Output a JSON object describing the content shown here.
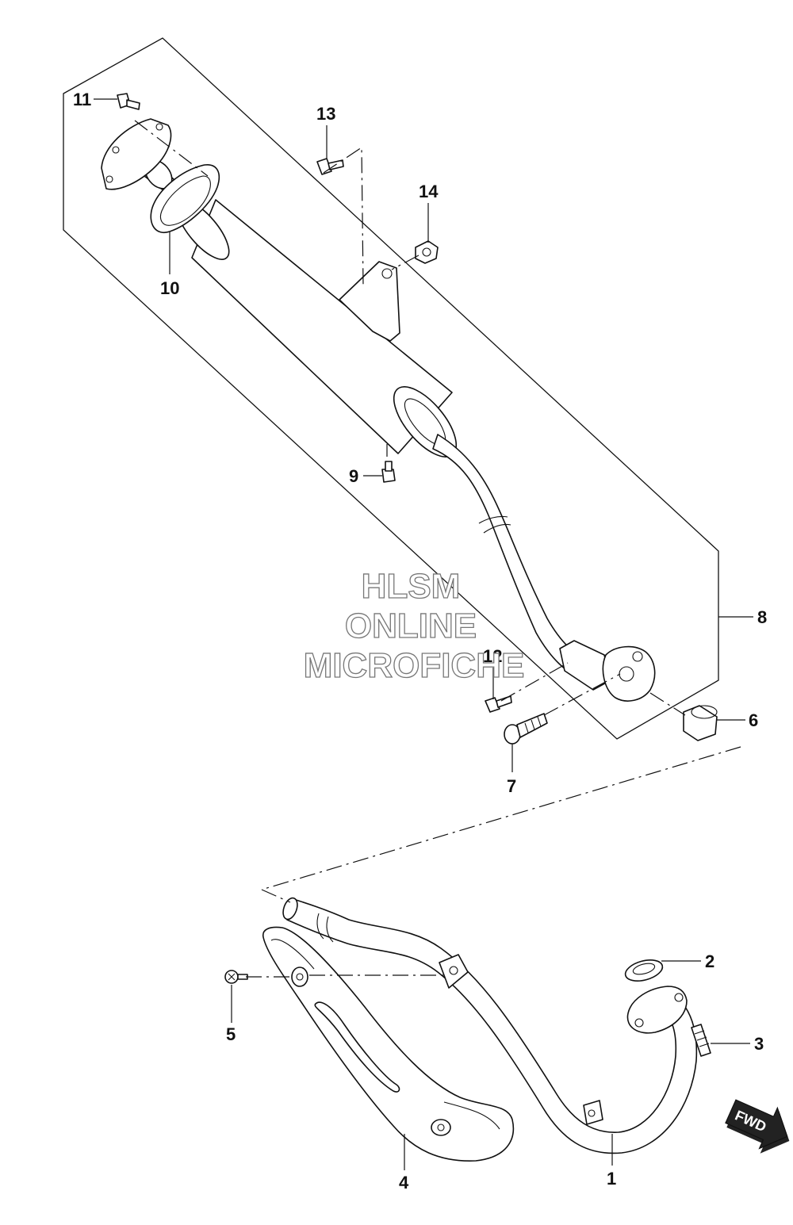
{
  "callouts": {
    "c1": "1",
    "c2": "2",
    "c3": "3",
    "c4": "4",
    "c5": "5",
    "c6": "6",
    "c7": "7",
    "c8": "8",
    "c9": "9",
    "c10": "10",
    "c11": "11",
    "c12": "12",
    "c13": "13",
    "c14": "14"
  },
  "watermark": {
    "line1": "HLSM",
    "line2": "ONLINE",
    "line3": "MICROFICHE"
  },
  "direction": {
    "label": "FWD"
  }
}
